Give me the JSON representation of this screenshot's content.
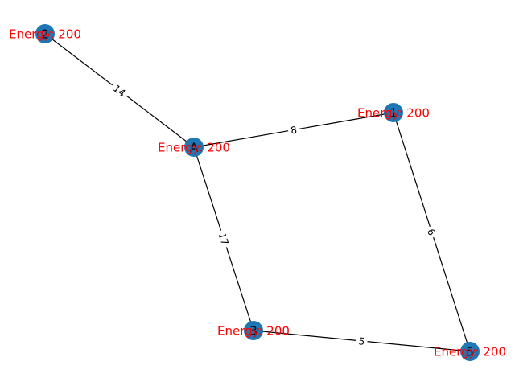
{
  "colors": {
    "node_fill": "#1f77b4",
    "energy_text": "#ff0000",
    "edge": "#000000"
  },
  "nodes": [
    {
      "id": "2",
      "energy": "Energy: 200"
    },
    {
      "id": "A",
      "energy": "Energy: 200"
    },
    {
      "id": "1",
      "energy": "Energy: 200"
    },
    {
      "id": "3",
      "energy": "Energy: 200"
    },
    {
      "id": "5",
      "energy": "Energy: 200"
    }
  ],
  "edges": [
    {
      "source": "2",
      "target": "A",
      "weight": "14"
    },
    {
      "source": "A",
      "target": "1",
      "weight": "8"
    },
    {
      "source": "A",
      "target": "3",
      "weight": "17"
    },
    {
      "source": "1",
      "target": "5",
      "weight": "6"
    },
    {
      "source": "3",
      "target": "5",
      "weight": "5"
    }
  ]
}
